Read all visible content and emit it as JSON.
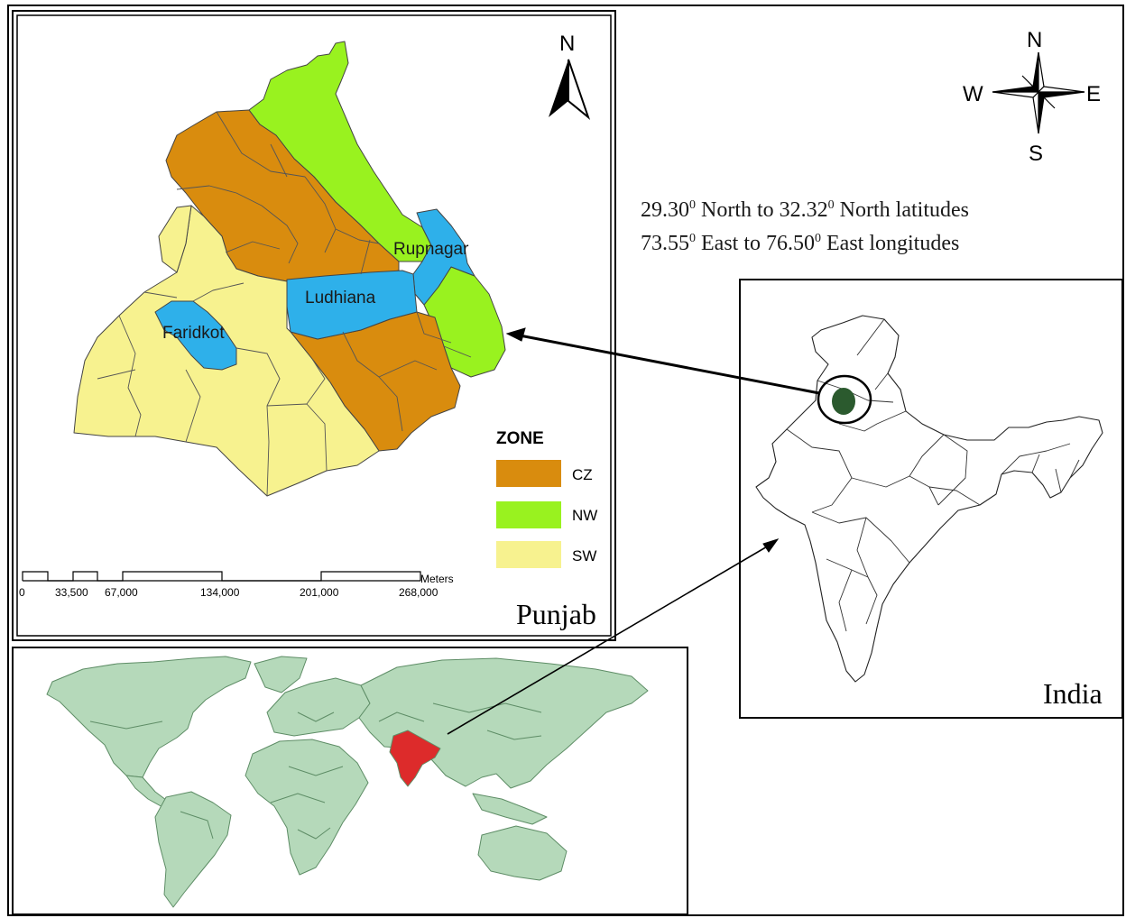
{
  "panels": {
    "punjab_label": "Punjab",
    "india_label": "India"
  },
  "north_arrow": {
    "label": "N"
  },
  "compass": {
    "n": "N",
    "s": "S",
    "e": "E",
    "w": "W"
  },
  "coordinates": {
    "lat_from": "29.30",
    "lat_from_dir": "North to",
    "lat_to": "32.32",
    "lat_to_dir": "North latitudes",
    "lon_from": "73.55",
    "lon_from_dir": "East to",
    "lon_to": "76.50",
    "lon_to_dir": "East longitudes",
    "degree_mark": "0"
  },
  "district_labels": {
    "rupnagar": "Rupnagar",
    "ludhiana": "Ludhiana",
    "faridkot": "Faridkot"
  },
  "legend": {
    "title": "ZONE",
    "items": [
      {
        "label": "CZ",
        "color": "#d98c0e"
      },
      {
        "label": "NW",
        "color": "#99f21f"
      },
      {
        "label": "SW",
        "color": "#f7f28f"
      }
    ]
  },
  "scale_bar": {
    "unit": "Meters",
    "ticks": [
      "0",
      "33,500",
      "67,000",
      "134,000",
      "201,000",
      "268,000"
    ]
  },
  "colors": {
    "cz": "#d98c0e",
    "nw": "#99f21f",
    "sw": "#f7f28f",
    "highlight_district": "#2eb0ea",
    "world_land": "#b5d9ba",
    "world_border": "#5e8d66",
    "india_world": "#dd2b2b",
    "punjab_india": "#2b5a2e"
  }
}
